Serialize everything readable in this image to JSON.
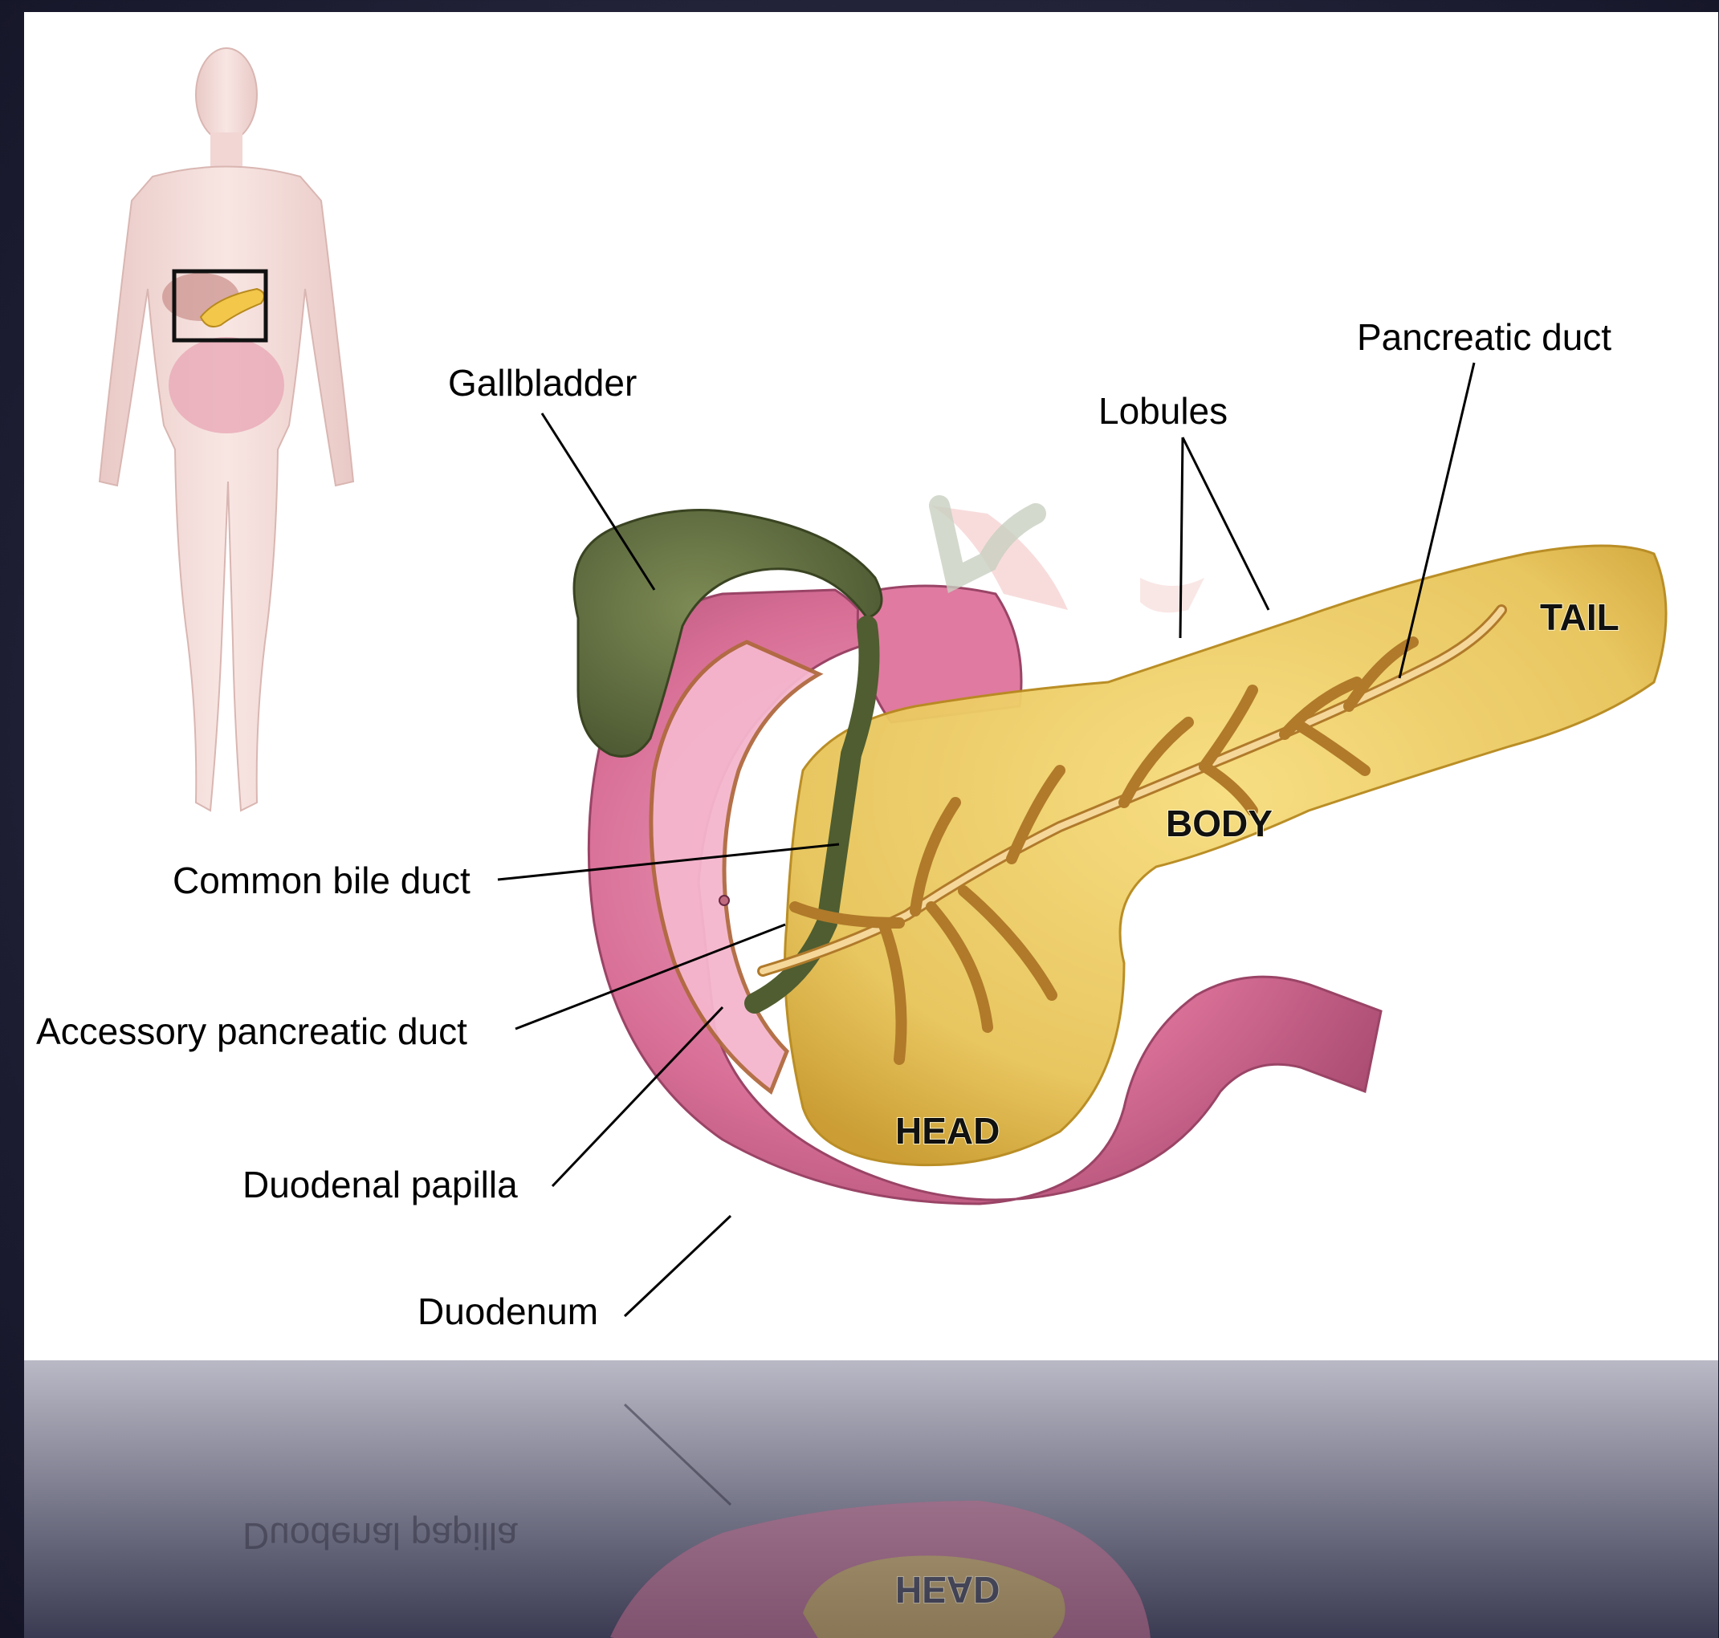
{
  "figure": {
    "labels": {
      "gallbladder": "Gallbladder",
      "lobules": "Lobules",
      "pancreatic_duct": "Pancreatic duct",
      "common_bile_duct": "Common bile duct",
      "accessory_pancreatic_duct": "Accessory pancreatic duct",
      "duodenal_papilla": "Duodenal papilla",
      "duodenum": "Duodenum"
    },
    "regions": {
      "head": "HEAD",
      "body": "BODY",
      "tail": "TAIL"
    }
  },
  "colors": {
    "background": "#23233a",
    "panel": "#ffffff",
    "pancreas": "#e8c45a",
    "pancreas_dark": "#c99a2c",
    "duodenum": "#d86f96",
    "duodenum_inner": "#f0a8c4",
    "gallbladder": "#5c6b3c",
    "body_silhouette": "#f1d6d4",
    "locator_box": "#111111"
  }
}
